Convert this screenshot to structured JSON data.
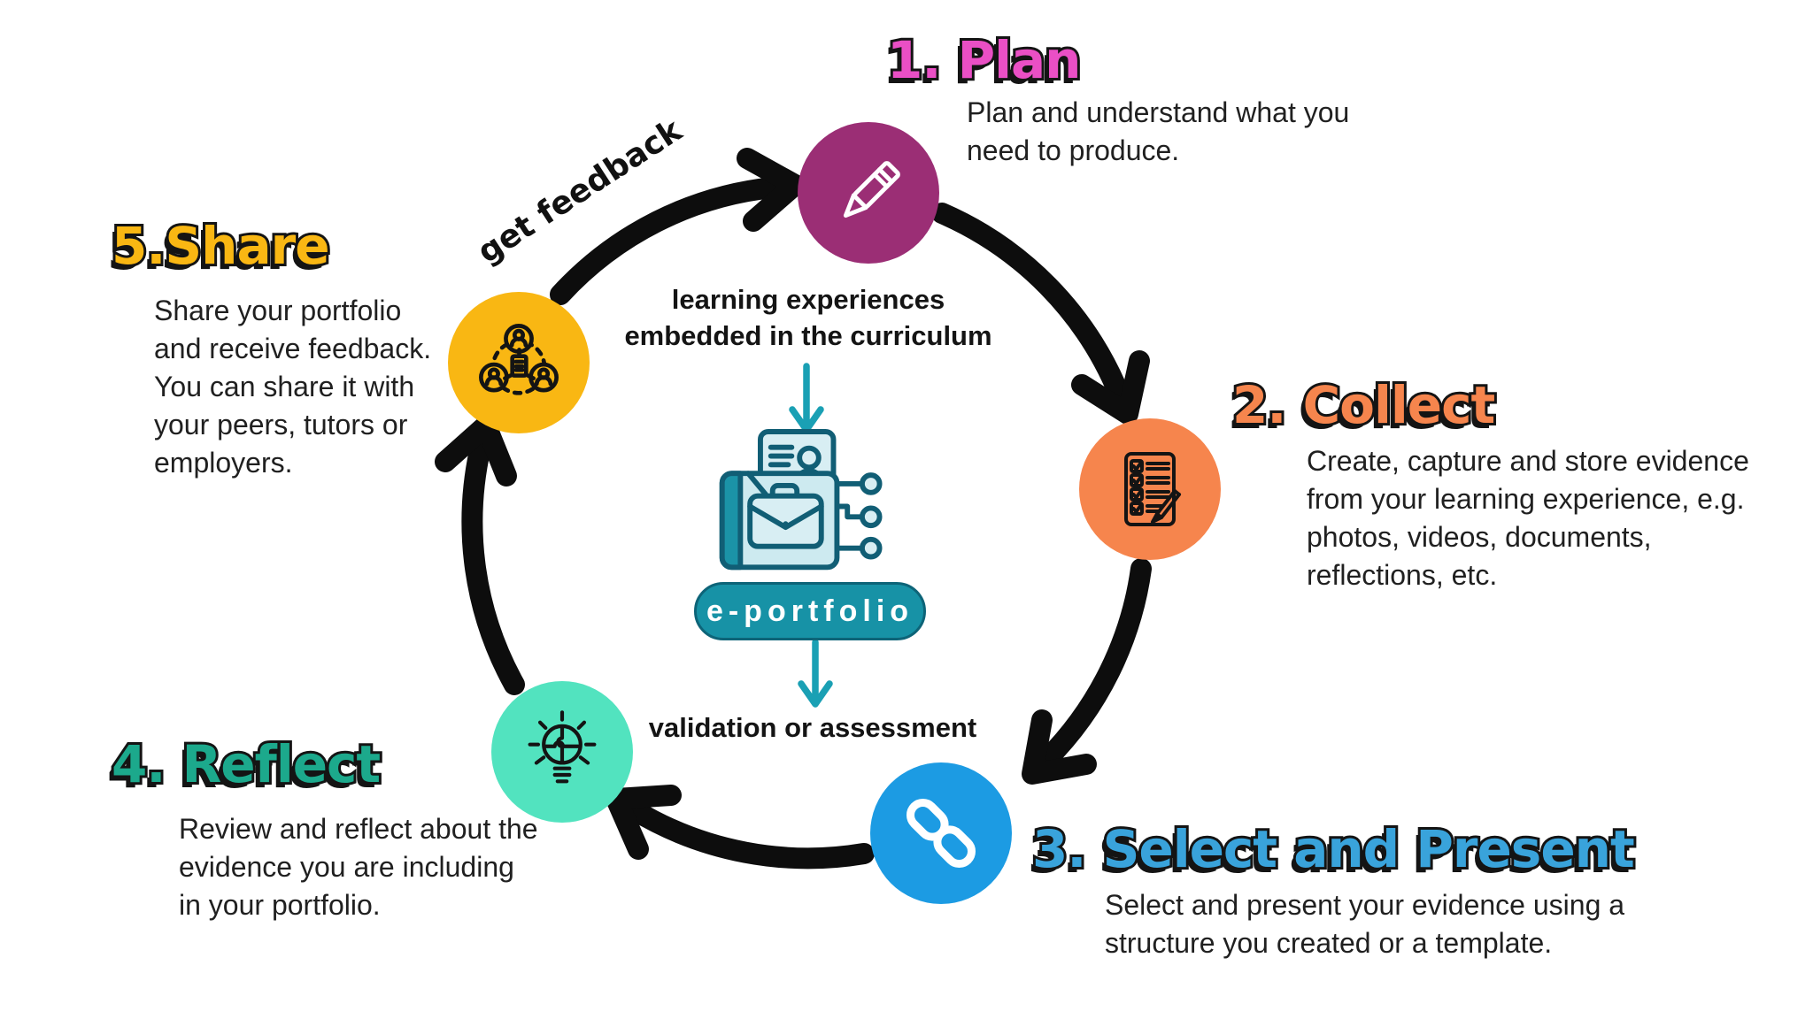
{
  "palette": {
    "plan_heading_pink": "#ea4fc5",
    "plan_circle_purple": "#9b2e75",
    "collect_orange": "#f6854d",
    "select_heading_blue": "#39a3db",
    "select_circle_blue": "#1c9be3",
    "reflect_heading_green": "#1ca98c",
    "reflect_circle_mint": "#52e3bf",
    "share_yellow": "#f9b713",
    "teal_accent": "#1aa0b4",
    "teal_pill": "#1792a6",
    "arrow_black": "#0d0d0d"
  },
  "center": {
    "top_label_line1": "learning experiences",
    "top_label_line2": "embedded in the curriculum",
    "pill_label": "e-portfolio",
    "bottom_label": "validation or assessment"
  },
  "cycle": {
    "feedback_label": "get feedback"
  },
  "steps": [
    {
      "title": "1. Plan",
      "description": "Plan and understand what you need to produce.",
      "icon": "pencil-icon"
    },
    {
      "title": "2. Collect",
      "description": "Create, capture and store evidence from your learning experience, e.g. photos, videos, documents, reflections, etc.",
      "icon": "checklist-icon"
    },
    {
      "title": "3. Select and Present",
      "description": "Select and present your evidence using a structure you created or a template.",
      "icon": "link-icon"
    },
    {
      "title": "4. Reflect",
      "description": "Review and reflect about the evidence you are including in your portfolio.",
      "icon": "lightbulb-puzzle-icon"
    },
    {
      "title": "5.Share",
      "description": "Share your portfolio and receive feedback. You can share it with your peers, tutors or employers.",
      "icon": "share-network-icon"
    }
  ]
}
